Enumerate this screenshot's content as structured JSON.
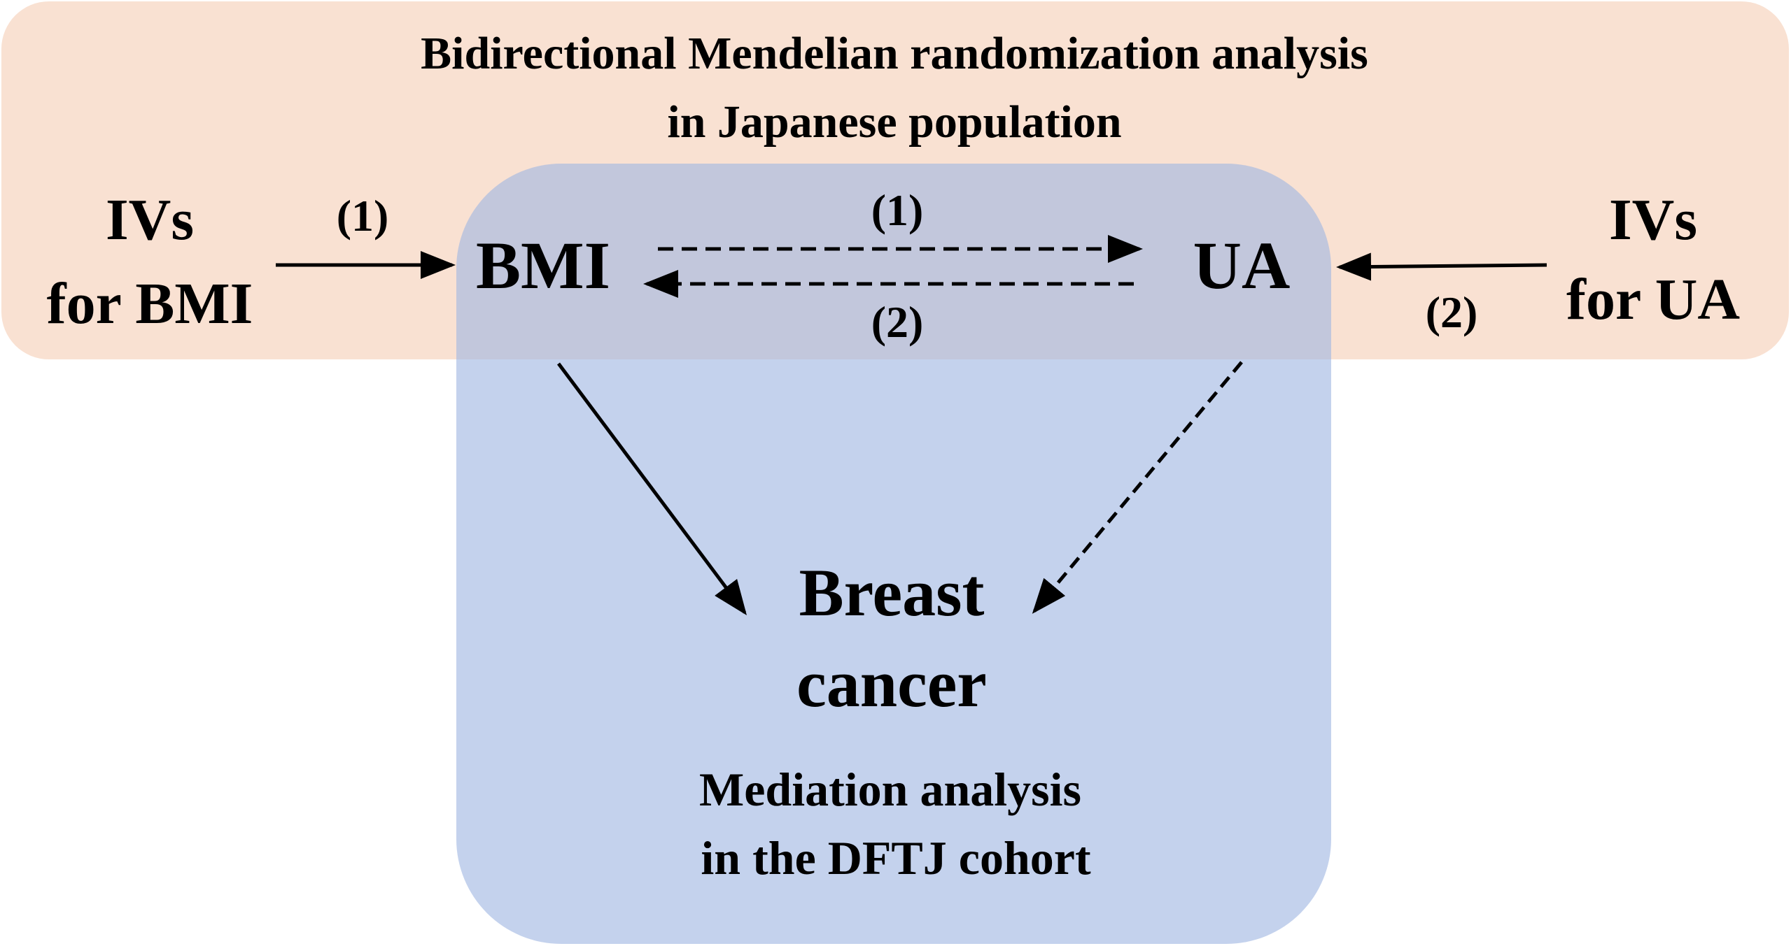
{
  "colors": {
    "mr_panel": "#f9e1d2",
    "mediation_panel": "#a0b6e2",
    "arrow": "#000000",
    "text": "#000000"
  },
  "mr_panel": {
    "title_line1": "Bidirectional Mendelian randomization analysis",
    "title_line2": "in Japanese population"
  },
  "mediation_panel": {
    "caption_line1": "Mediation analysis",
    "caption_line2": "in the DFTJ cohort"
  },
  "nodes": {
    "ivs_bmi_line1": "IVs",
    "ivs_bmi_line2": "for BMI",
    "bmi": "BMI",
    "ua": "UA",
    "ivs_ua_line1": "IVs",
    "ivs_ua_line2": "for UA",
    "breast_line1": "Breast",
    "breast_line2": "cancer"
  },
  "edge_labels": {
    "ivs_bmi_to_bmi": "(1)",
    "bmi_to_ua": "(1)",
    "ua_to_bmi": "(2)",
    "ivs_ua_to_ua": "(2)"
  },
  "edges": [
    {
      "from": "IVs for BMI",
      "to": "BMI",
      "style": "solid",
      "label": "(1)"
    },
    {
      "from": "BMI",
      "to": "UA",
      "style": "dashed",
      "label": "(1)"
    },
    {
      "from": "UA",
      "to": "BMI",
      "style": "dashed",
      "label": "(2)"
    },
    {
      "from": "IVs for UA",
      "to": "UA",
      "style": "solid",
      "label": "(2)"
    },
    {
      "from": "BMI",
      "to": "Breast cancer",
      "style": "solid"
    },
    {
      "from": "UA",
      "to": "Breast cancer",
      "style": "dashed"
    }
  ]
}
